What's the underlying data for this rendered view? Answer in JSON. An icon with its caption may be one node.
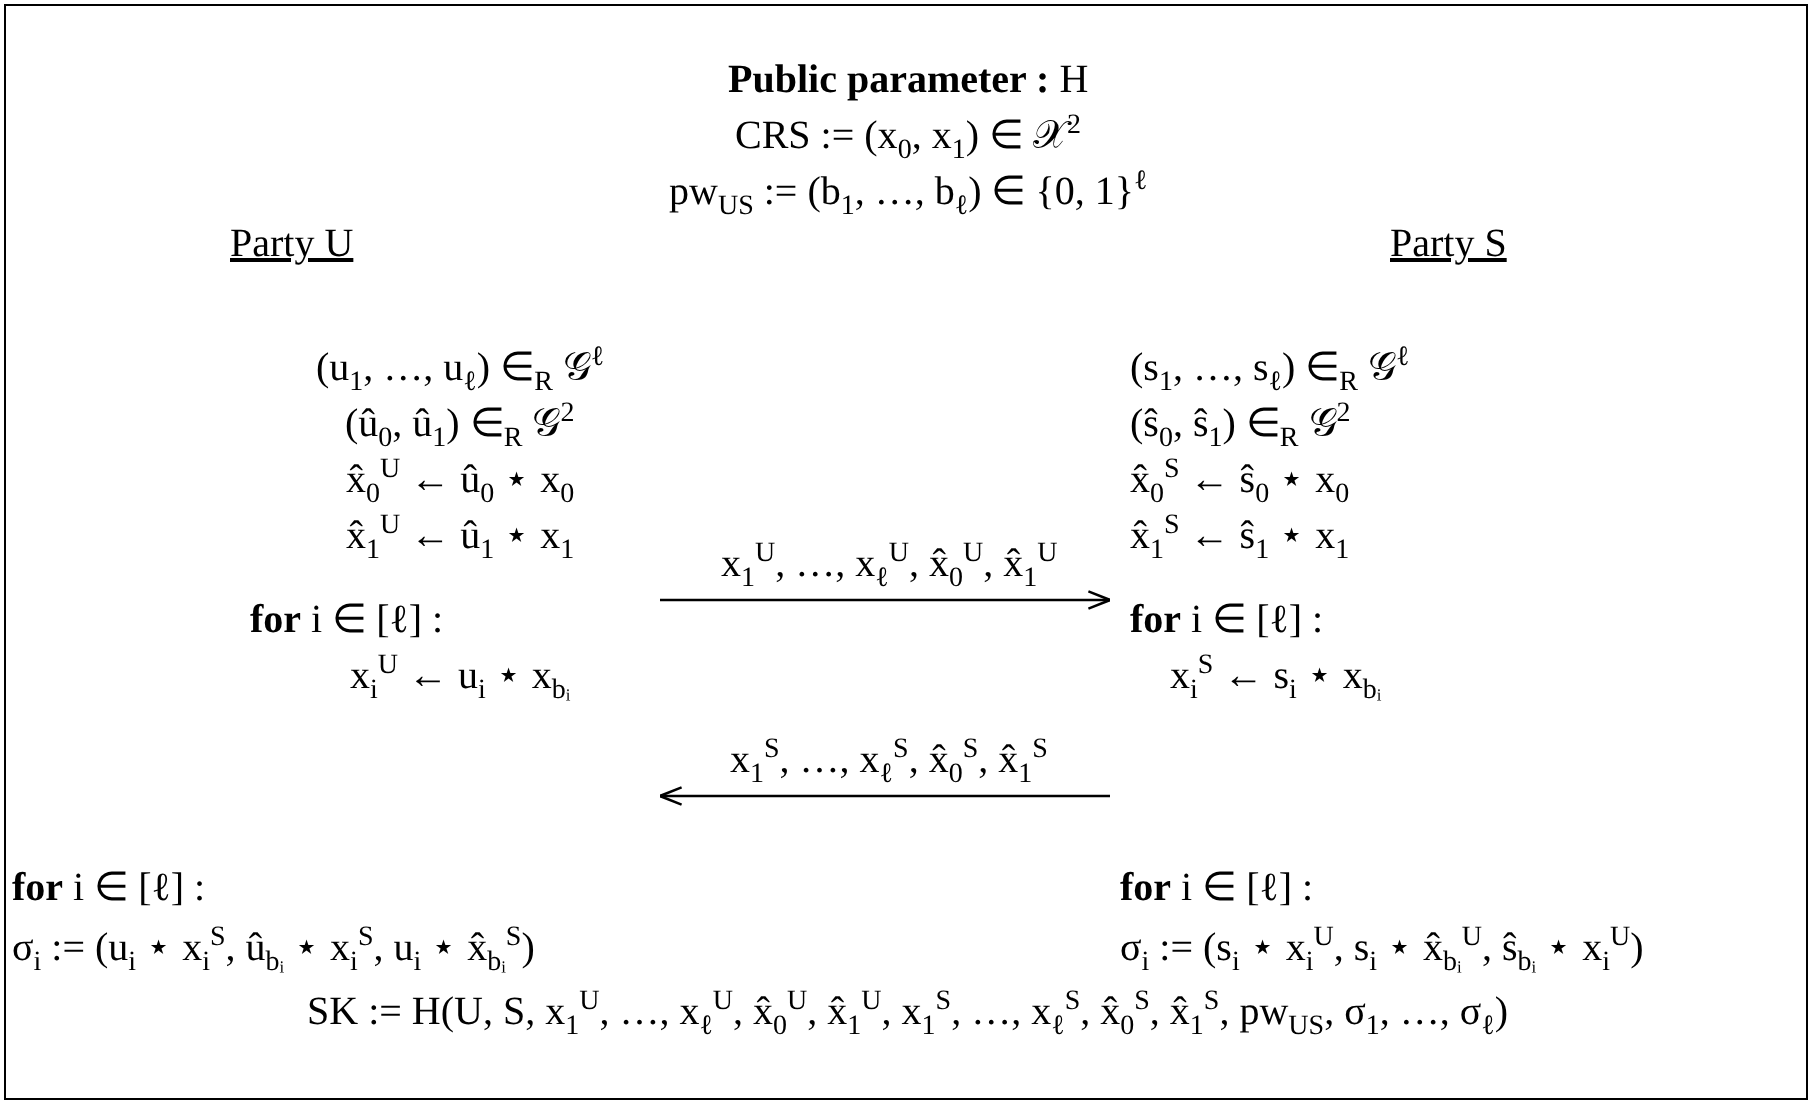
{
  "diagram": {
    "title": "**Public parameter :** H",
    "nodes": [
      {
        "text": [
          "Party U",
          "(u$_{1}$, …, u$_{ℓ}$) ∈$_{R}$ 𝒢$^{ℓ}$",
          "(û$_{0}$, û$_{1}$) ∈$_{R}$ 𝒢$^{2}$",
          "x̂$_{0}$$^{U}$ ← û$_{0}$ ⋆ x$_{0}$",
          "x̂$_{1}$$^{U}$ ← û$_{1}$ ⋆ x$_{1}$",
          "**for** i ∈ [ℓ] :",
          "x$_{i}$$^{U}$ ← u$_{i}$ ⋆ x$_{bᵢ}$"
        ]
      },
      {
        "text": [
          "Party S",
          "(s$_{1}$, …, s$_{ℓ}$) ∈$_{R}$ 𝒢$^{ℓ}$",
          "(ŝ$_{0}$, ŝ$_{1}$) ∈$_{R}$ 𝒢$^{2}$",
          "x̂$_{0}$$^{S}$ ← ŝ$_{0}$ ⋆ x$_{0}$",
          "x̂$_{1}$$^{S}$ ← ŝ$_{1}$ ⋆ x$_{1}$",
          "**for** i ∈ [ℓ] :",
          "x$_{i}$$^{S}$ ← s$_{i}$ ⋆ x$_{bᵢ}$"
        ]
      }
    ],
    "edges": [
      {
        "from": 0,
        "to": 1,
        "arrow": "to",
        "label": "x$_{1}$$^{U}$, …, x$_{ℓ}$$^{U}$, x̂$_{0}$$^{U}$, x̂$_{1}$$^{U}$"
      },
      {
        "from": 1,
        "to": 0,
        "arrow": "to",
        "label": "x$_{1}$$^{S}$, …, x$_{ℓ}$$^{S}$, x̂$_{0}$$^{S}$, x̂$_{1}$$^{S}$"
      }
    ],
    "labels": [
      "CRS := (x$_{0}$, x$_{1}$) ∈ 𝒳$^{2}$",
      "pw$_{US}$ := (b$_{1}$, …, b$_{ℓ}$) ∈ {0, 1}$^{ℓ}$",
      "**for** i ∈ [ℓ] :",
      "**for** i ∈ [ℓ] :",
      "σ$_{i}$ := (u$_{i}$ ⋆ x$_{i}$$^{S}$, û$_{bᵢ}$ ⋆ x$_{i}$$^{S}$, u$_{i}$ ⋆ x̂$_{bᵢ}$$^{S}$)",
      "σ$_{i}$ := (s$_{i}$ ⋆ x$_{i}$$^{U}$, s$_{i}$ ⋆ x̂$_{bᵢ}$$^{U}$, ŝ$_{bᵢ}$ ⋆ x$_{i}$$^{U}$)",
      "SK := H(U, S, x$_{1}$$^{U}$, …, x$_{ℓ}$$^{U}$, x̂$_{0}$$^{U}$, x̂$_{1}$$^{U}$, x$_{1}$$^{S}$, …, x$_{ℓ}$$^{S}$, x̂$_{0}$$^{S}$, x̂$_{1}$$^{S}$, pw$_{US}$, σ$_{1}$, …, σ$_{ℓ}$)"
    ]
  }
}
